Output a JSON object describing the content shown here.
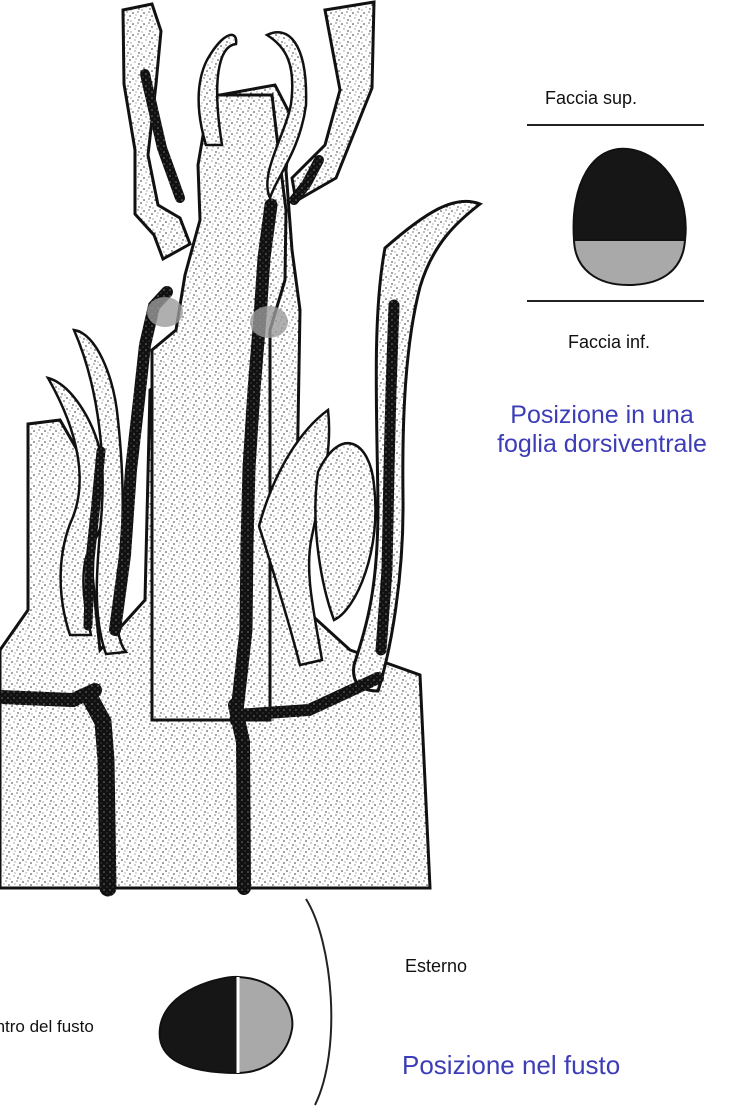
{
  "diagram": {
    "leaf_position": {
      "upper_face_label": "Faccia sup.",
      "lower_face_label": "Faccia inf.",
      "caption": "Posizione in una foglia dorsiventrale"
    },
    "stem_position": {
      "external_label": "Esterno",
      "center_label": "entro del fusto",
      "caption": "Posizione nel fusto"
    },
    "colors": {
      "caption": "#3d3db8",
      "dark_tissue": "#161616",
      "light_tissue": "#a9a9a9",
      "stipple": "#222222"
    }
  }
}
